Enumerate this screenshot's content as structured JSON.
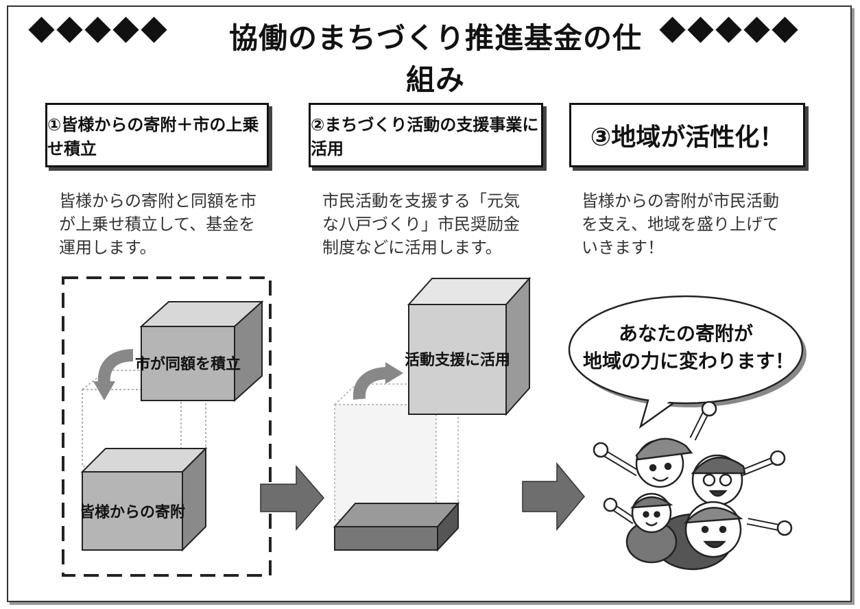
{
  "title": "協働のまちづくり推進基金の仕組み",
  "steps": [
    {
      "heading": "①皆様からの寄附＋市の上乗せ積立",
      "description": "皆様からの寄附と同額を市\nが上乗せ積立して、基金を\n運用します。"
    },
    {
      "heading": "②まちづくり活動の支援事業に活用",
      "description": "市民活動を支援する「元気\nな八戸づくり」市民奨励金\n制度などに活用します。"
    },
    {
      "heading": "③地域が活性化！",
      "description": "皆様からの寄附が市民活動\nを支え、地域を盛り上げて\nいきます！"
    }
  ],
  "diagram": {
    "city_box": "市が同額を積立",
    "donation_box": "皆様からの寄附",
    "support_box": "活動支援に活用",
    "bubble_line1": "あなたの寄附が",
    "bubble_line2": "地域の力に変わります！"
  },
  "colors": {
    "box_front": "#b5b5b5",
    "box_top": "#d8d8d8",
    "box_side": "#8a8a8a",
    "arrow": "#6e6e6e"
  }
}
